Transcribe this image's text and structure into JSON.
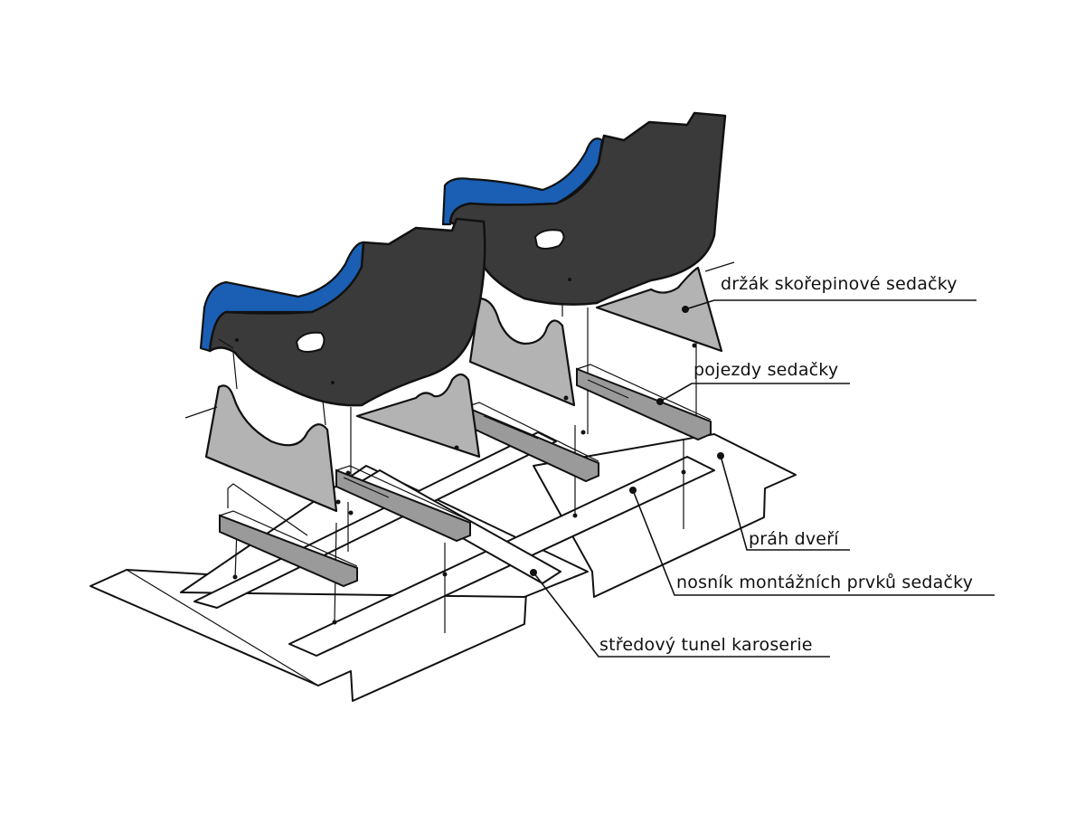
{
  "labels": {
    "seat_holder": "držák skořepinové sedačky",
    "seat_slider": "pojezdy sedačky",
    "door_sill": "práh dveří",
    "mount_beam": "nosník montážních prvků sedačky",
    "center_tunnel": "středový tunel karoserie"
  },
  "colors": {
    "shell": "#3a3a3a",
    "shell_edge": "#1a5fb4",
    "bracket": "#b3b3b3",
    "rail": "#9a9a9a",
    "line": "#111111",
    "background": "#ffffff"
  }
}
